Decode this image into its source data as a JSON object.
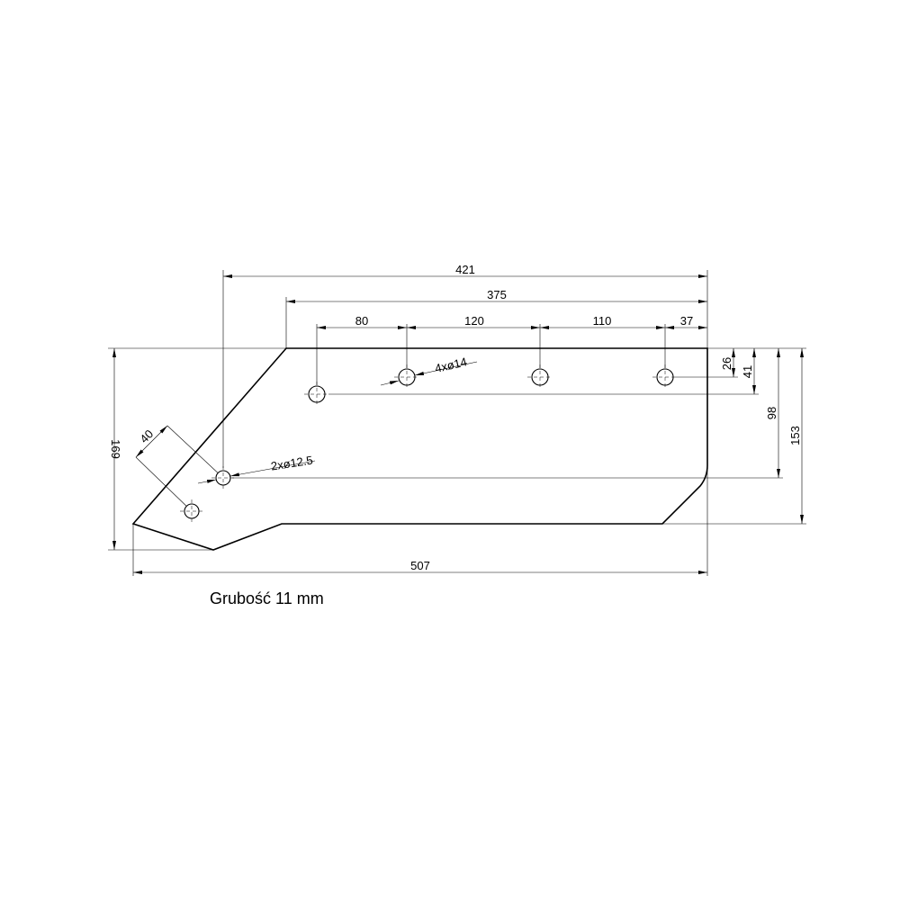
{
  "dimensions": {
    "overall_length": "507",
    "to_left_hole": "421",
    "top_edge_length": "375",
    "hole_spacing_1": "80",
    "hole_spacing_2": "120",
    "hole_spacing_3": "110",
    "hole_spacing_4": "37",
    "vertical_26": "26",
    "vertical_41": "41",
    "vertical_98": "98",
    "vertical_153": "153",
    "overall_height": "169",
    "slant_40": "40"
  },
  "callouts": {
    "holes_14": "4xø14",
    "holes_12_5": "2xø12.5"
  },
  "note": "Grubość 11 mm"
}
